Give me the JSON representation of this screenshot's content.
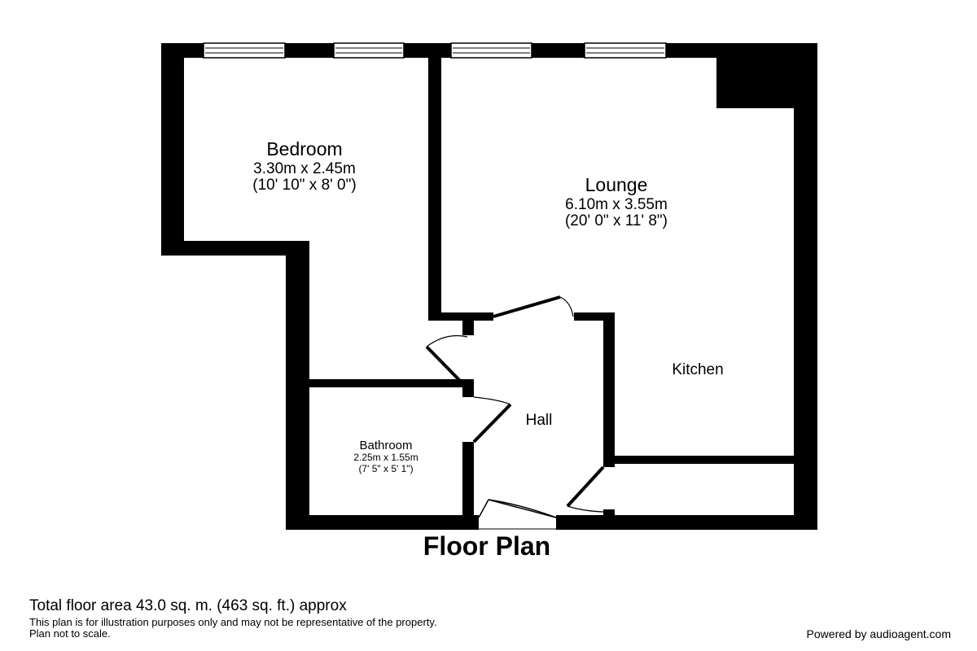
{
  "plan": {
    "title": "Floor Plan",
    "rooms": {
      "bedroom": {
        "name": "Bedroom",
        "dims_m": "3.30m x 2.45m",
        "dims_ft": "(10' 10\" x 8' 0\")"
      },
      "lounge": {
        "name": "Lounge",
        "dims_m": "6.10m x 3.55m",
        "dims_ft": "(20' 0\" x 11' 8\")"
      },
      "kitchen": {
        "name": "Kitchen"
      },
      "hall": {
        "name": "Hall"
      },
      "bathroom": {
        "name": "Bathroom",
        "dims_m": "2.25m x 1.55m",
        "dims_ft": "(7' 5\" x 5' 1\")"
      }
    }
  },
  "footer": {
    "total_area": "Total floor area 43.0 sq. m. (463 sq. ft.) approx",
    "disclaimer_line1": "This plan is for illustration purposes only and may not be representative of the property.",
    "disclaimer_line2": "Plan not to scale.",
    "credit": "Powered by audioagent.com"
  }
}
